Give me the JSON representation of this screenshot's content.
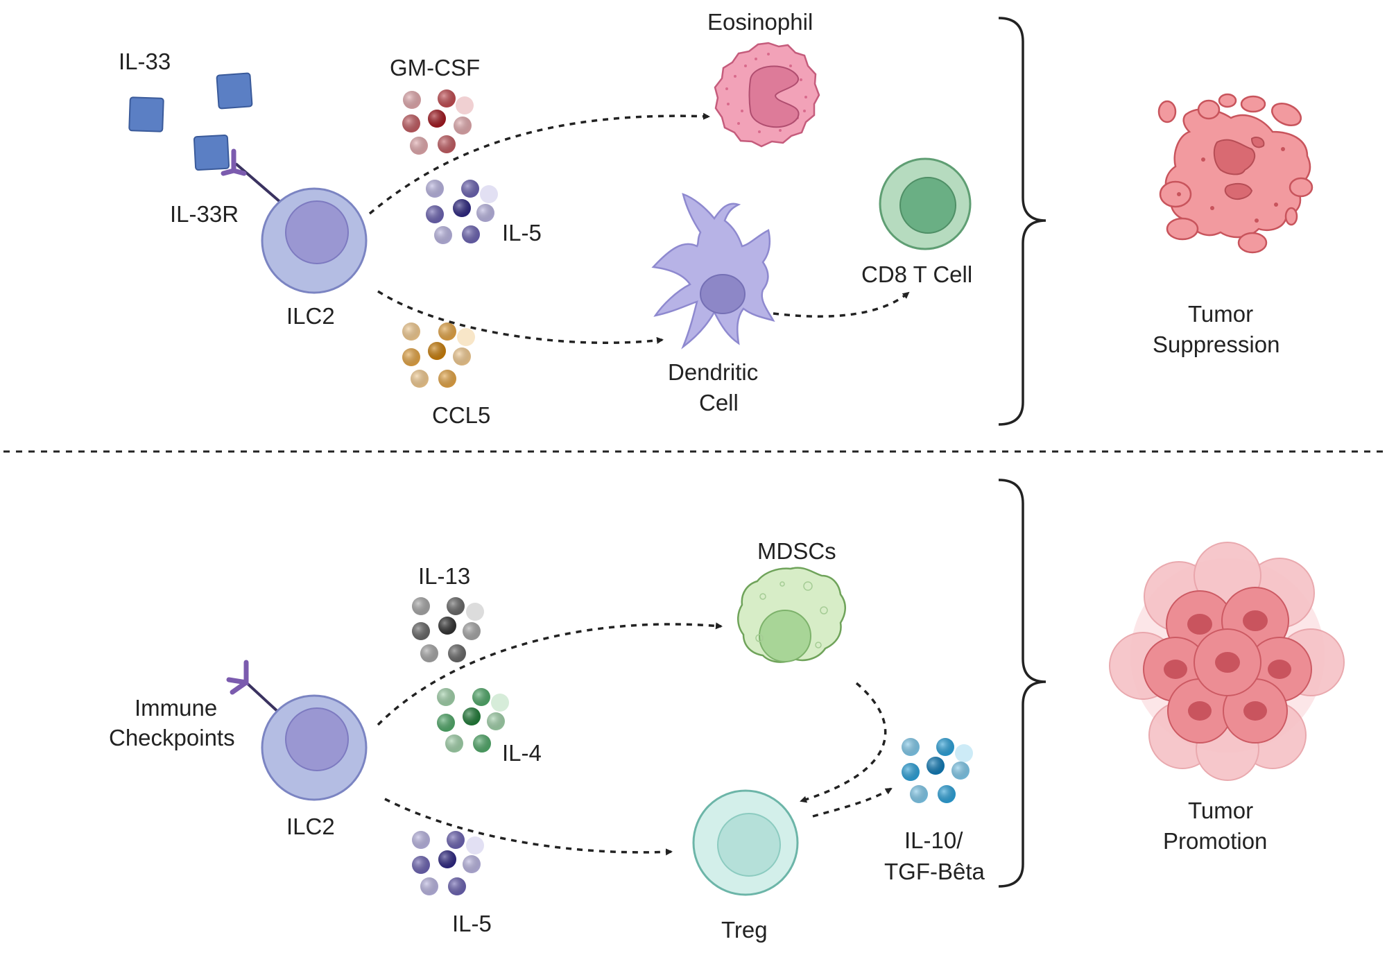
{
  "top_panel": {
    "il33_label": "IL-33",
    "il33r_label": "IL-33R",
    "ilc2_label": "ILC2",
    "gmcsf_label": "GM-CSF",
    "il5_label": "IL-5",
    "ccl5_label": "CCL5",
    "eosinophil_label": "Eosinophil",
    "dendritic_label_line1": "Dendritic",
    "dendritic_label_line2": "Cell",
    "cd8_label": "CD8 T Cell",
    "outcome_line1": "Tumor",
    "outcome_line2": "Suppression"
  },
  "bottom_panel": {
    "checkpoint_line1": "Immune",
    "checkpoint_line2": "Checkpoints",
    "ilc2_label": "ILC2",
    "il13_label": "IL-13",
    "il4_label": "IL-4",
    "il5_label": "IL-5",
    "mdsc_label": "MDSCs",
    "treg_label": "Treg",
    "il10_line1": "IL-10/",
    "il10_line2": "TGF-Bêta",
    "outcome_line1": "Tumor",
    "outcome_line2": "Promotion"
  },
  "colors": {
    "il33_square": "#5b7fc4",
    "receptor": "#6b4f9c",
    "ilc2_outer": "#b4bde3",
    "ilc2_nucleus": "#9a97d2",
    "gmcsf": "#c0494f",
    "il5": "#5a52a4",
    "ccl5": "#d99020",
    "eosinophil": "#f2a2b8",
    "dendritic": "#b7b3e6",
    "cd8_outer": "#b6dbbf",
    "cd8_nucleus": "#6aaf84",
    "tumor": "#f29a9f",
    "il13": "#505050",
    "il4": "#3a8f4f",
    "mdsc": "#d7edc7",
    "treg": "#d3efea",
    "il10": "#2b9fd6"
  }
}
